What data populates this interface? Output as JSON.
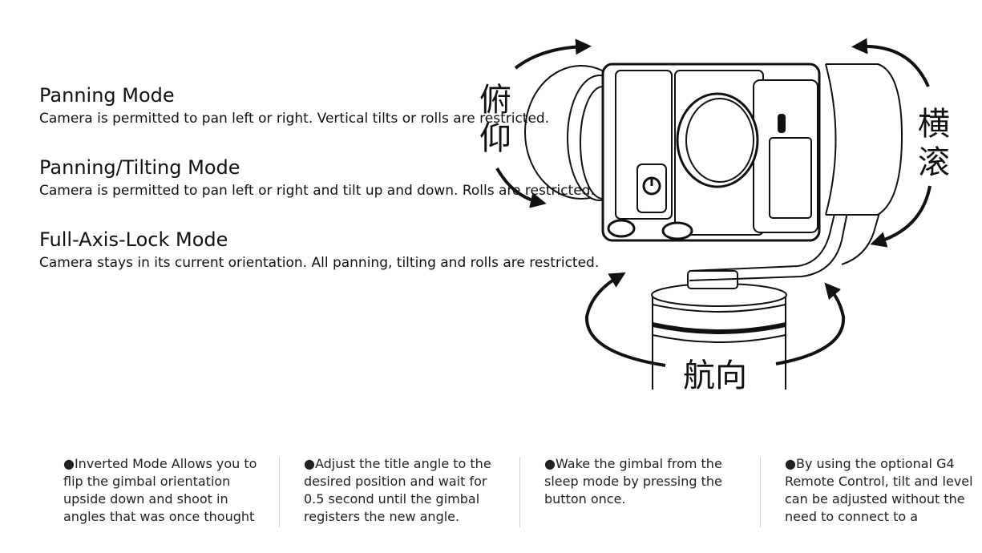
{
  "modes": [
    {
      "title": "Panning Mode",
      "description": "Camera is permitted to pan left or right. Vertical tilts or rolls are restricted."
    },
    {
      "title": "Panning/Tilting Mode",
      "description": "Camera is permitted to pan left or right and tilt up and down. Rolls are restricted."
    },
    {
      "title": "Full-Axis-Lock Mode",
      "description": "Camera stays in its current orientation. All panning, tilting and rolls are restricted."
    }
  ],
  "diagram_labels": {
    "tilt": "俯仰",
    "roll": "横滚",
    "pan": "航向"
  },
  "features": [
    "●Inverted Mode Allows you to flip the gimbal orientation upside down and shoot in angles that was once thought",
    "●Adjust the title angle to the desired position and wait for 0.5 second until the gimbal registers the new angle.",
    "●Wake the gimbal from the sleep mode by pressing the button once.",
    "●By using the optional G4 Remote Control, tilt and level can be adjusted without the need to connect to a"
  ]
}
